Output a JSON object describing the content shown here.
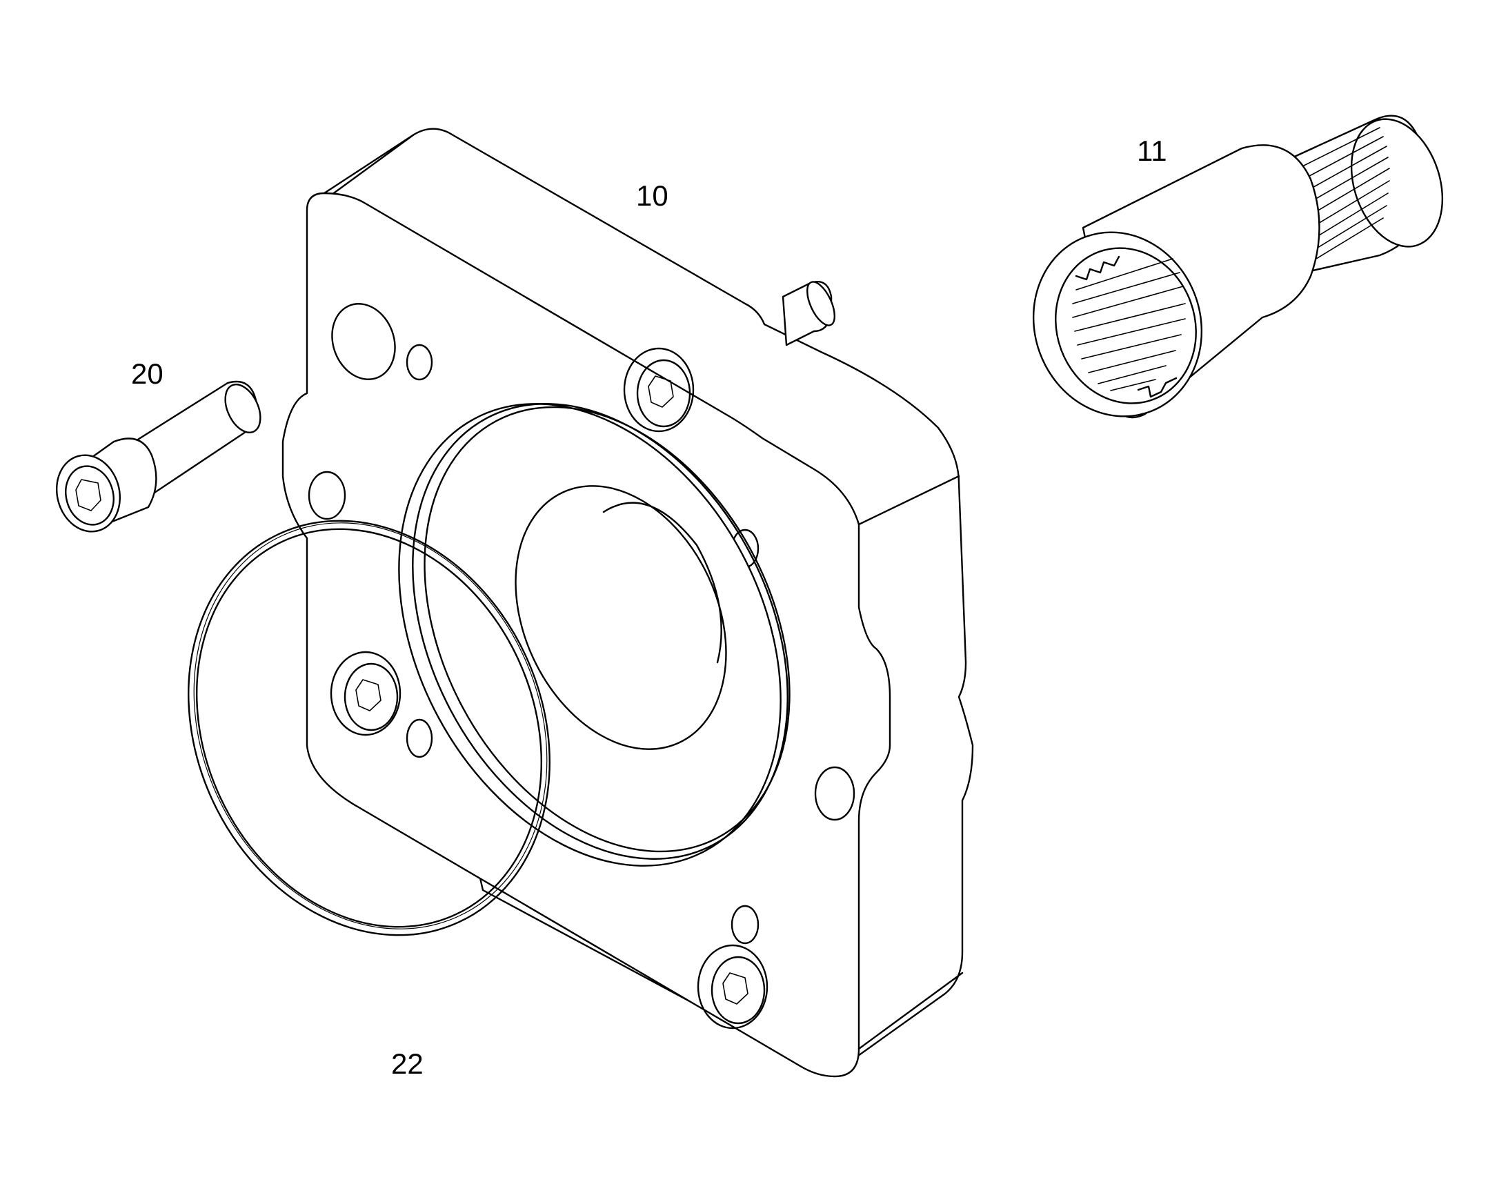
{
  "diagram": {
    "type": "exploded-parts-drawing",
    "parts": [
      {
        "label": "10",
        "icon": "flange-plate-icon"
      },
      {
        "label": "11",
        "icon": "splined-coupling-icon"
      },
      {
        "label": "20",
        "icon": "socket-head-screw-icon"
      },
      {
        "label": "22",
        "icon": "o-ring-icon"
      }
    ]
  },
  "colors": {
    "line": "#000000",
    "background": "#ffffff"
  }
}
